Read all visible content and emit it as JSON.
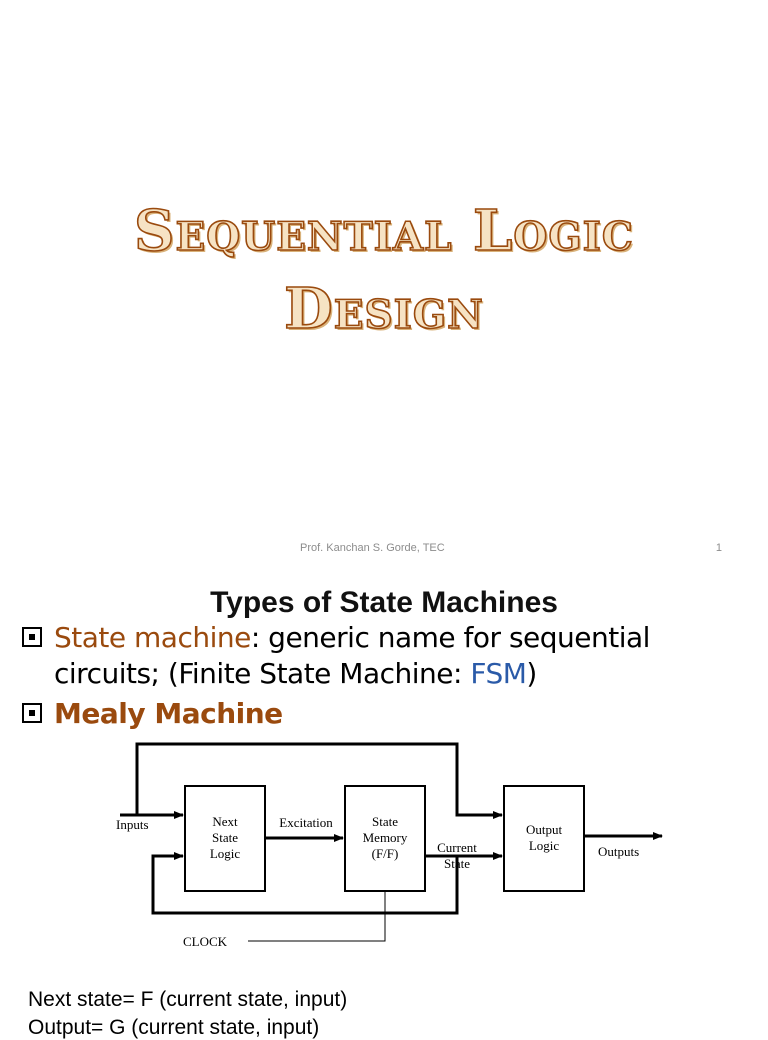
{
  "slide1": {
    "title_line1": "Sequential Logic",
    "title_line2": "Design",
    "footer": "Prof. Kanchan S. Gorde, TEC",
    "page_number": "1"
  },
  "slide2": {
    "title": "Types of State Machines",
    "bullets": [
      {
        "term": "State machine",
        "rest": ": generic name for sequential circuits; (Finite State Machine: ",
        "abbr": "FSM",
        "close": ")"
      },
      {
        "term": "Mealy Machine"
      }
    ],
    "diagram": {
      "inputs": "Inputs",
      "next_state": [
        "Next",
        "State",
        "Logic"
      ],
      "excitation": "Excitation",
      "state_memory": [
        "State",
        "Memory",
        "(F/F)"
      ],
      "current_state": [
        "Current",
        "State"
      ],
      "output_logic": [
        "Output",
        "Logic"
      ],
      "outputs": "Outputs",
      "clock": "CLOCK"
    },
    "equations": [
      "Next state= F (current state, input)",
      "Output= G (current state, input)"
    ]
  },
  "colors": {
    "title_brown": "#9a4a0e",
    "accent_blue": "#2a5aa8"
  }
}
